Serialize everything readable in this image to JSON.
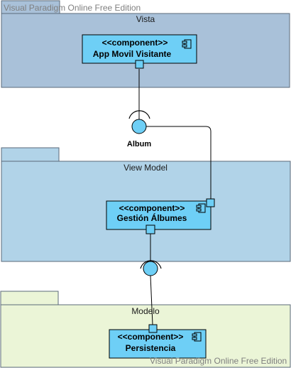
{
  "watermarks": {
    "top": "Visual Paradigm Online Free Edition",
    "bottom": "Visual Paradigm Online Free Edition"
  },
  "packages": {
    "vista": {
      "name": "Vista",
      "color": "#a9c1d9"
    },
    "view_model": {
      "name": "View Model",
      "color": "#b1d3e8"
    },
    "modelo": {
      "name": "Modelo",
      "color": "#ebf5d7"
    }
  },
  "components": {
    "app": {
      "stereotype": "<<component>>",
      "name": "App Movil Visitante"
    },
    "gestion": {
      "stereotype": "<<component>>",
      "name": "Gestión Álbumes"
    },
    "persistencia": {
      "stereotype": "<<component>>",
      "name": "Persistencia"
    }
  },
  "interfaces": {
    "album": {
      "name": "Album"
    }
  },
  "colors": {
    "component_fill": "#6ecff6",
    "port_fill": "#6ecff6",
    "interface_fill": "#6ecff6",
    "line": "#000000",
    "package_border": "#5b6a7a"
  }
}
